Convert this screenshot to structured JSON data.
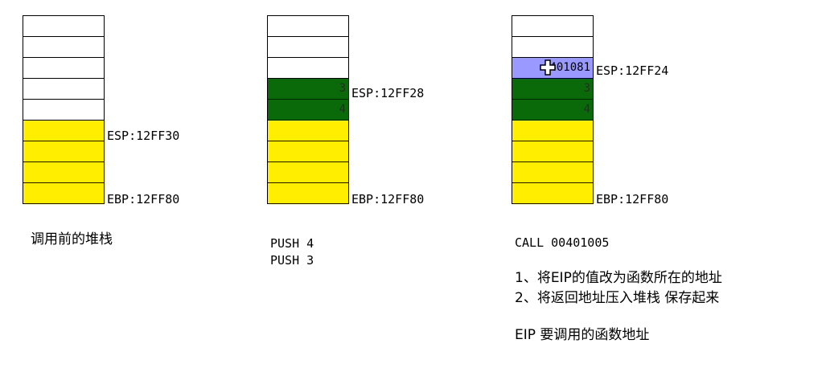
{
  "panels": [
    {
      "cells": [
        {
          "color": "white",
          "value": ""
        },
        {
          "color": "white",
          "value": ""
        },
        {
          "color": "white",
          "value": ""
        },
        {
          "color": "white",
          "value": ""
        },
        {
          "color": "white",
          "value": ""
        },
        {
          "color": "yellow",
          "value": ""
        },
        {
          "color": "yellow",
          "value": ""
        },
        {
          "color": "yellow",
          "value": ""
        },
        {
          "color": "yellow",
          "value": ""
        }
      ],
      "esp_label": "ESP:12FF30",
      "ebp_label": "EBP:12FF80",
      "caption_lines": [
        "调用前的堆栈"
      ]
    },
    {
      "cells": [
        {
          "color": "white",
          "value": ""
        },
        {
          "color": "white",
          "value": ""
        },
        {
          "color": "white",
          "value": ""
        },
        {
          "color": "green",
          "value": "3"
        },
        {
          "color": "green",
          "value": "4"
        },
        {
          "color": "yellow",
          "value": ""
        },
        {
          "color": "yellow",
          "value": ""
        },
        {
          "color": "yellow",
          "value": ""
        },
        {
          "color": "yellow",
          "value": ""
        }
      ],
      "esp_label": "ESP:12FF28",
      "ebp_label": "EBP:12FF80",
      "caption_lines": [
        "PUSH 4",
        "PUSH 3"
      ]
    },
    {
      "cells": [
        {
          "color": "white",
          "value": ""
        },
        {
          "color": "white",
          "value": ""
        },
        {
          "color": "blue",
          "value": "401081"
        },
        {
          "color": "green",
          "value": "3"
        },
        {
          "color": "green",
          "value": "4"
        },
        {
          "color": "yellow",
          "value": ""
        },
        {
          "color": "yellow",
          "value": ""
        },
        {
          "color": "yellow",
          "value": ""
        },
        {
          "color": "yellow",
          "value": ""
        }
      ],
      "esp_label": "ESP:12FF24",
      "ebp_label": "EBP:12FF80",
      "caption_lines": [
        "CALL 00401005",
        "",
        "1、将EIP的值改为函数所在的地址",
        "2、将返回地址压入堆栈 保存起来",
        "",
        "EIP 要调用的函数地址"
      ]
    }
  ],
  "colors": {
    "white": "#ffffff",
    "yellow": "#ffee00",
    "green": "#0a6a0a",
    "blue": "#9999ff"
  }
}
